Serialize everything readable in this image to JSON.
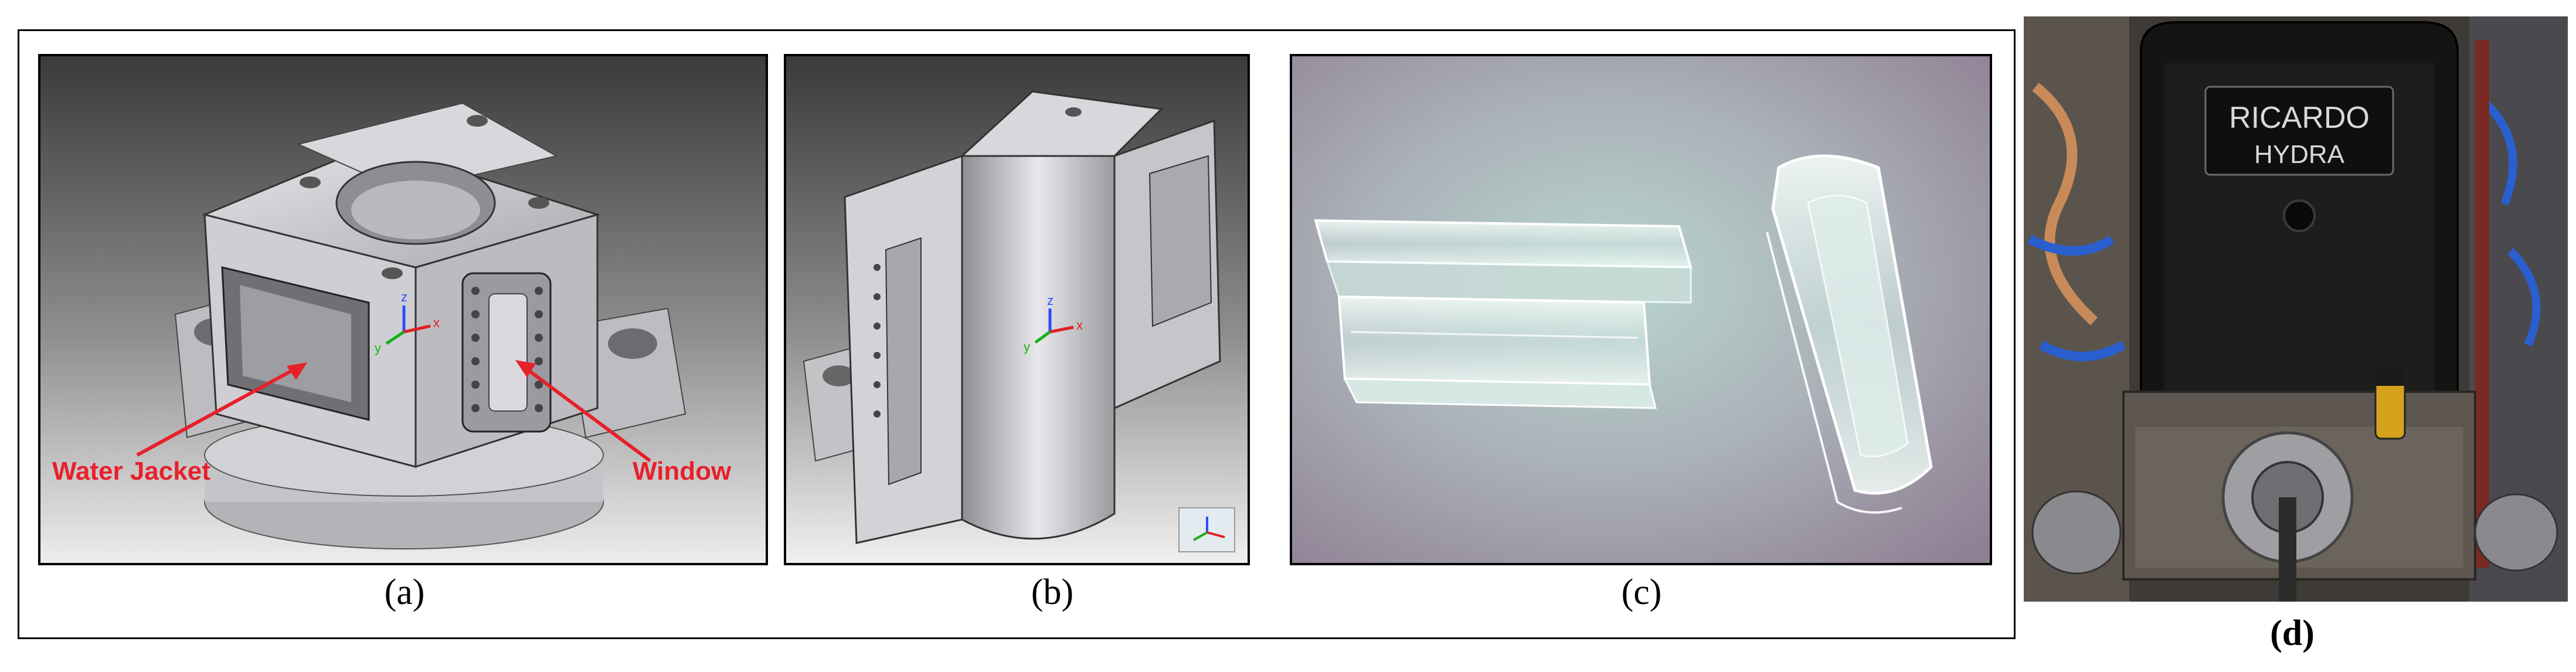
{
  "panels": {
    "a": {
      "caption": "(a)",
      "annotations": {
        "water_jacket": "Water Jacket",
        "window": "Window"
      },
      "axis_labels": {
        "x": "x",
        "y": "y",
        "z": "z"
      }
    },
    "b": {
      "caption": "(b)",
      "axis_labels": {
        "x": "x",
        "y": "y",
        "z": "z"
      }
    },
    "c": {
      "caption": "(c)"
    },
    "d": {
      "caption": "(d)",
      "brand_top": "RICARDO",
      "brand_bottom": "HYDRA"
    }
  },
  "colors": {
    "annotation": "#e8202a",
    "cad_gray": "#c9c9cd",
    "background_dark": "#3a3a3a"
  }
}
